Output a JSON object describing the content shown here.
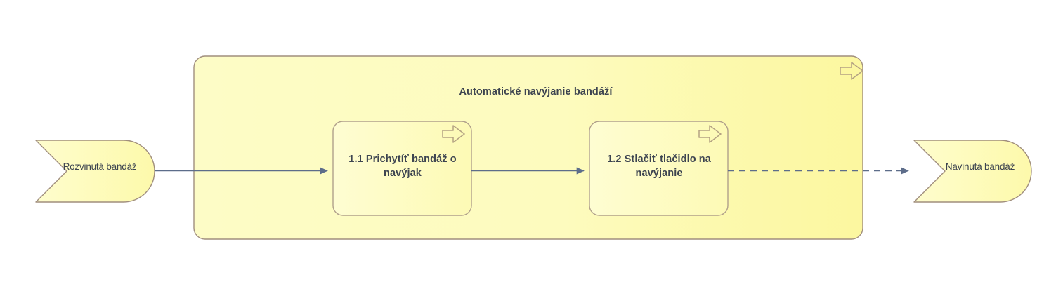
{
  "diagram": {
    "type": "process-flow",
    "background_color": "#ffffff",
    "palette": {
      "shape_fill": "#ffffcc",
      "shape_fill_alt": "#fdfbbe",
      "shape_border": "#a08e7d",
      "task_border": "#b0a08b",
      "connector": "#5d6d8a",
      "text": "#3d4450"
    }
  },
  "input": {
    "name": "Rozvinutá bandáž",
    "shape": "chevron-data-shape"
  },
  "group": {
    "title": "Automatické navýjanie bandáží",
    "marker_icon": "sub-process-arrow-icon"
  },
  "tasks": [
    {
      "id": "1.1",
      "label": "1.1 Prichytíť bandáž o navýjak",
      "marker_icon": "sub-process-arrow-icon"
    },
    {
      "id": "1.2",
      "label": "1.2 Stlačiť tlačidlo na navýjanie",
      "marker_icon": "sub-process-arrow-icon"
    }
  ],
  "output": {
    "name": "Navinutá bandáž",
    "shape": "chevron-data-shape"
  },
  "connectors": [
    {
      "name": "input-to-task-1",
      "style": "solid",
      "arrowhead": "filled-triangle"
    },
    {
      "name": "task-1-to-task-2",
      "style": "solid",
      "arrowhead": "filled-triangle"
    },
    {
      "name": "task-2-to-output",
      "style": "dashed",
      "arrowhead": "filled-triangle"
    }
  ]
}
